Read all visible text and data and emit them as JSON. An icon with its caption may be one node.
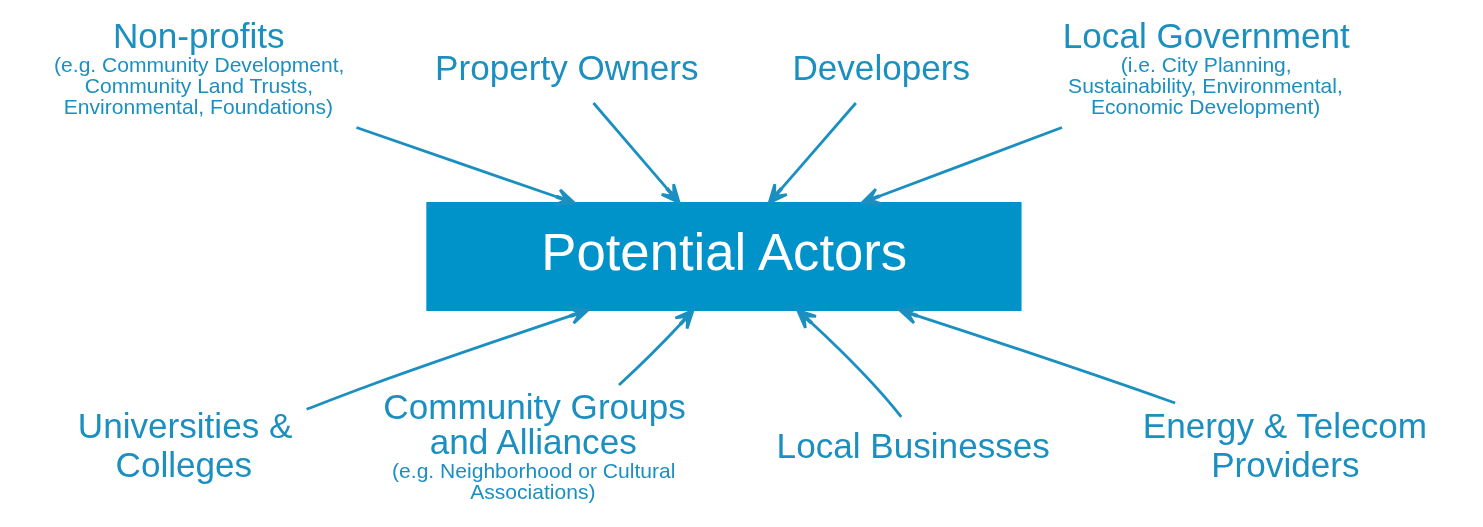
{
  "diagram": {
    "nodes": [
      {
        "text": [
          "Non-profits",
          "(e.g. Community Development, Community Land Trusts, Environmental, Foundations)"
        ]
      },
      {
        "text": [
          "Property Owners"
        ]
      },
      {
        "text": [
          "Developers"
        ]
      },
      {
        "text": [
          "Local Government",
          "(i.e. City Planning, Sustainability, Environmental, Economic Development)"
        ]
      },
      {
        "text": [
          "Potential Actors"
        ]
      },
      {
        "text": [
          "Universities & Colleges"
        ]
      },
      {
        "text": [
          "Community Groups and Alliances",
          "(e.g. Neighborhood or Cultural Associations)"
        ]
      },
      {
        "text": [
          "Local Businesses"
        ]
      },
      {
        "text": [
          "Energy & Telecom Providers"
        ]
      }
    ],
    "edges": [
      {
        "from": 0,
        "to": 4,
        "arrow": "to"
      },
      {
        "from": 1,
        "to": 4,
        "arrow": "to"
      },
      {
        "from": 2,
        "to": 4,
        "arrow": "to"
      },
      {
        "from": 3,
        "to": 4,
        "arrow": "to"
      },
      {
        "from": 5,
        "to": 4,
        "arrow": "to"
      },
      {
        "from": 6,
        "to": 4,
        "arrow": "to"
      },
      {
        "from": 7,
        "to": 4,
        "arrow": "to"
      },
      {
        "from": 8,
        "to": 4,
        "arrow": "to"
      }
    ]
  }
}
